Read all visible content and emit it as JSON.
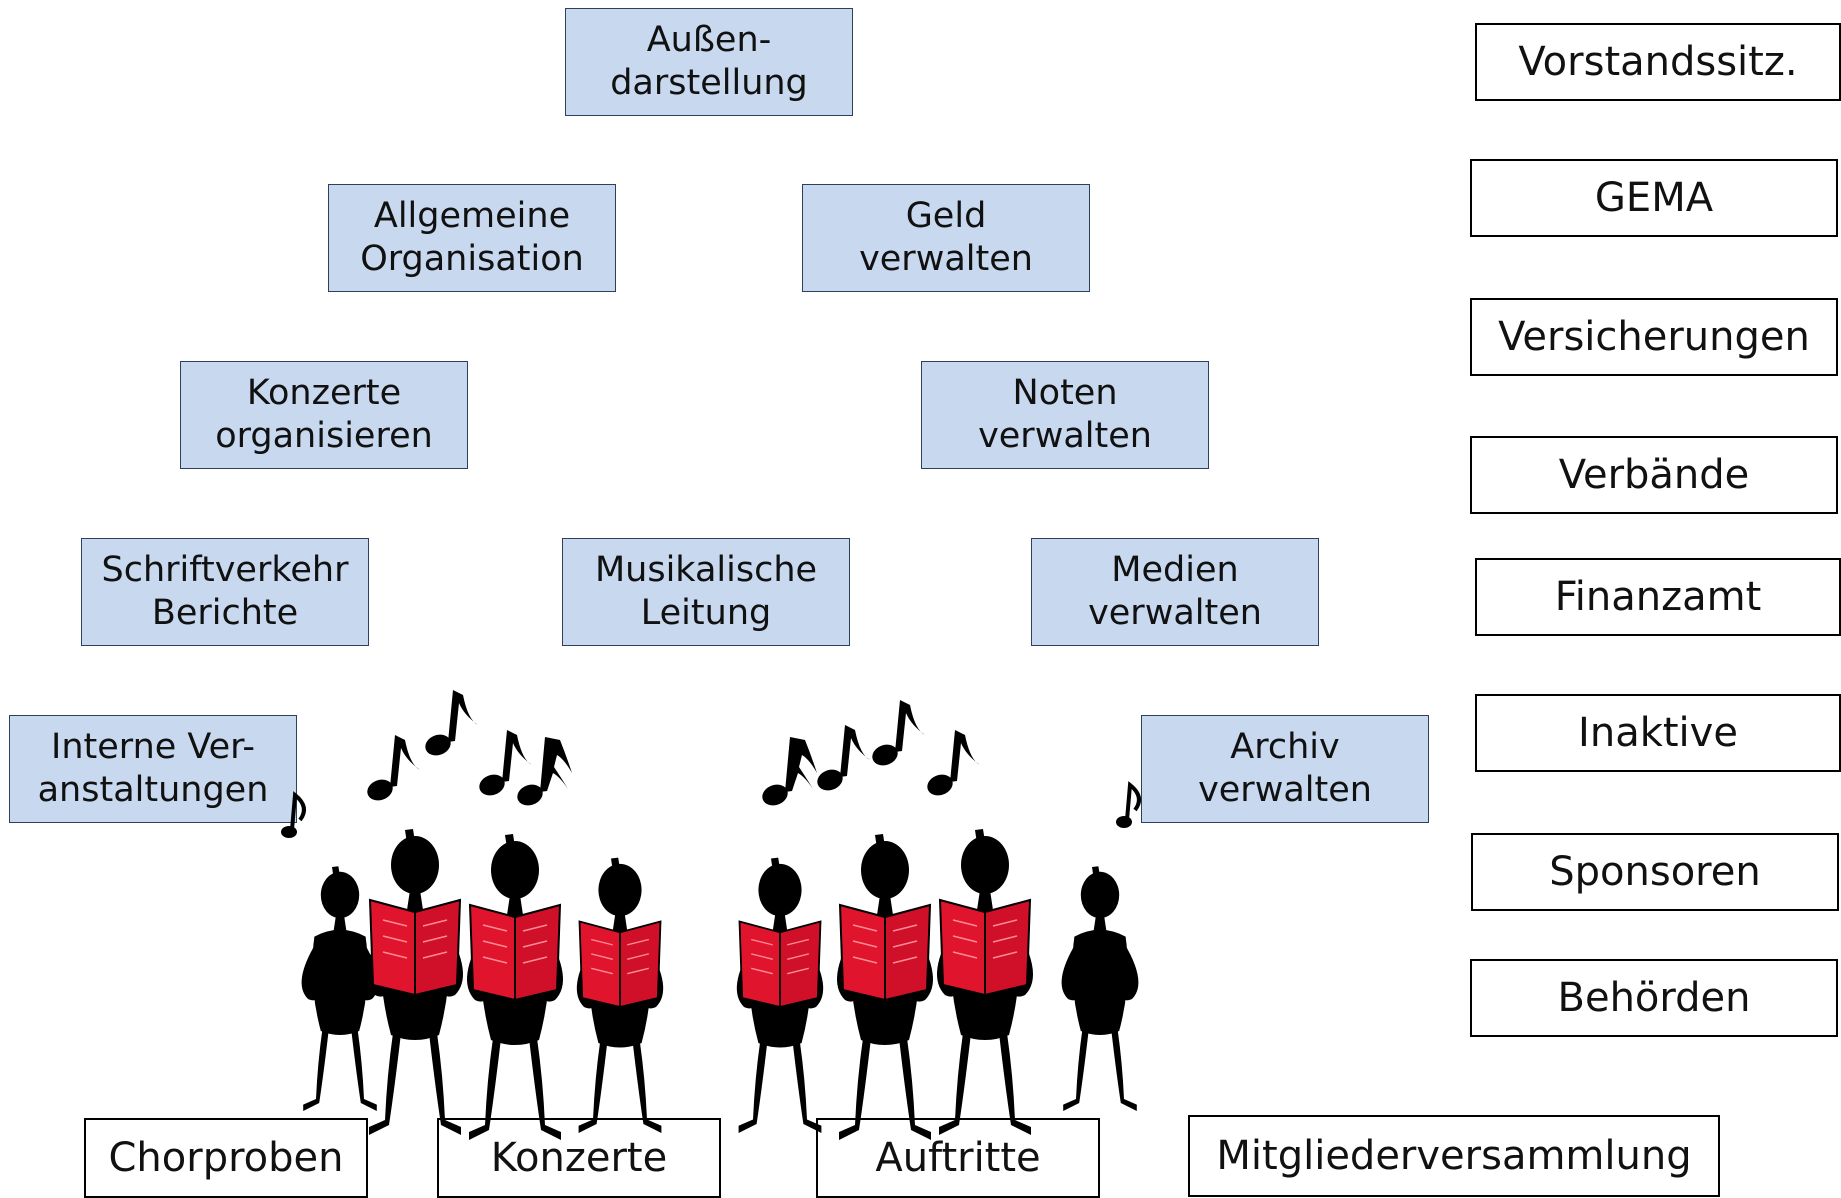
{
  "tasks": {
    "aussendarstellung": [
      "Außen-",
      "darstellung"
    ],
    "allgemeine_organisation": [
      "Allgemeine",
      "Organisation"
    ],
    "geld_verwalten": [
      "Geld",
      "verwalten"
    ],
    "konzerte_organisieren": [
      "Konzerte",
      "organisieren"
    ],
    "noten_verwalten": [
      "Noten",
      "verwalten"
    ],
    "schriftverkehr_berichte": [
      "Schriftverkehr",
      "Berichte"
    ],
    "musikalische_leitung": [
      "Musikalische",
      "Leitung"
    ],
    "medien_verwalten": [
      "Medien",
      "verwalten"
    ],
    "interne_veranstaltungen": [
      "Interne Ver-",
      "anstaltungen"
    ],
    "archiv_verwalten": [
      "Archiv",
      "verwalten"
    ]
  },
  "partners": {
    "vorstandssitz": "Vorstandssitz.",
    "gema": "GEMA",
    "versicherungen": "Versicherungen",
    "verbaende": "Verbände",
    "finanzamt": "Finanzamt",
    "inaktive": "Inaktive",
    "sponsoren": "Sponsoren",
    "behoerden": "Behörden"
  },
  "activities": {
    "chorproben": "Chorproben",
    "konzerte": "Konzerte",
    "auftritte": "Auftritte",
    "mitgliederversammlung": "Mitgliederversammlung"
  },
  "colors": {
    "task_fill": "#c7d8ef",
    "figure": "#000000",
    "book_red": "#e0142c"
  },
  "illustration": {
    "icon": "singing-choir-illustration"
  }
}
